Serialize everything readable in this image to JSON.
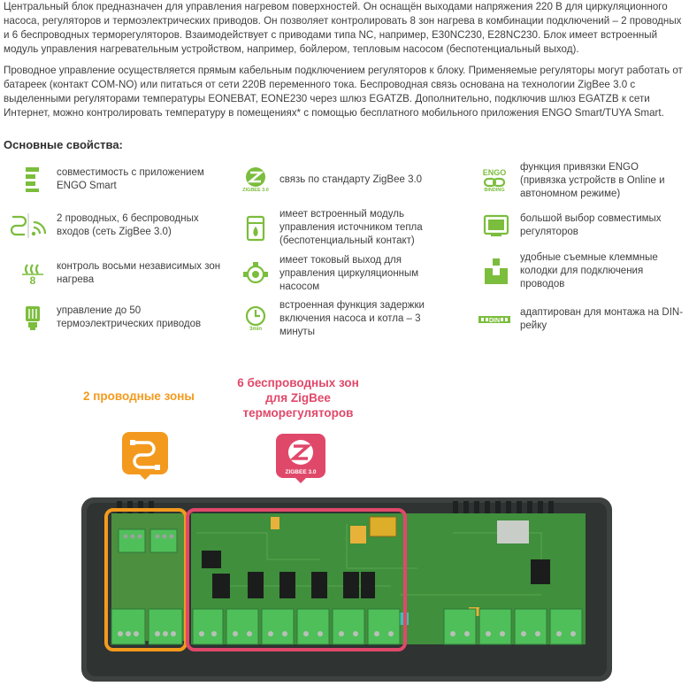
{
  "paragraphs": {
    "p1": "Центральный блок предназначен для управления нагревом поверхностей. Он оснащён выходами напряжения 220 В для циркуляционного насоса, регуляторов и термоэлектрических приводов. Он позволяет контролировать 8 зон нагрева в комбинации подключений – 2 проводных и 6 беспроводных терморегуляторов. Взаимодействует с приводами типа NC, например, E30NC230, E28NC230. Блок имеет встроенный модуль управления нагревательным устройством, например, бойлером, тепловым насосом (беспотенциальный выход).",
    "p2": "Проводное управление осуществляется прямым кабельным подключением регуляторов к блоку. Применяемые регуляторы могут работать от батареек (контакт COM-NO) или питаться от сети 220В переменного тока. Беспроводная связь основана на технологии ZigBee 3.0 с выделенными регуляторами температуры EONEBAT, EONE230 через шлюз EGATZB. Дополнительно, подключив шлюз EGATZB к сети Интернет, можно контролировать температуру в помещениях* с помощью бесплатного мобильного приложения ENGO Smart/TUYA Smart."
  },
  "features_heading": "Основные свойства:",
  "features": {
    "col1": [
      {
        "icon": "app-icon",
        "text": "совместимость с приложением ENGO Smart"
      },
      {
        "icon": "wired-wireless-icon",
        "text": "2 проводных, 6 беспроводных входов (сеть ZigBee 3.0)"
      },
      {
        "icon": "eight-zones-icon",
        "text": "контроль восьми независимых зон нагрева",
        "icon_text": "8"
      },
      {
        "icon": "actuator-icon",
        "text": "управление до 50 термоэлектрических приводов"
      }
    ],
    "col2": [
      {
        "icon": "zigbee-icon",
        "text": "связь по стандарту ZigBee 3.0",
        "icon_text": "ZIGBEE 3.0"
      },
      {
        "icon": "boiler-icon",
        "text": "имеет встроенный модуль управления источником тепла (беспотенциальный контакт)"
      },
      {
        "icon": "pump-icon",
        "text": "имеет токовый выход для управления циркуляционным насосом"
      },
      {
        "icon": "timer-icon",
        "text": "встроенная функция задержки включения насоса и котла – 3 минуты",
        "icon_text": "3min"
      }
    ],
    "col3": [
      {
        "icon": "engo-binding-icon",
        "text": "функция привязки ENGO (привязка устройств в Online и автономном режиме)",
        "icon_text_top": "ENGO",
        "icon_text_bottom": "BINDING"
      },
      {
        "icon": "display-icon",
        "text": "большой выбор совместимых регуляторов"
      },
      {
        "icon": "terminal-icon",
        "text": "удобные съемные клеммные колодки для подключения проводов"
      },
      {
        "icon": "din-rail-icon",
        "text": "адаптирован для монтажа на DIN-рейку",
        "icon_text": "DIN"
      }
    ]
  },
  "zones": {
    "wired_label": "2 проводные зоны",
    "wireless_label": "6 беспроводных зон для ZigBee терморегуляторов",
    "zigbee_badge_text": "ZIGBEE 3.0"
  },
  "colors": {
    "icon_green": "#7bbd3c",
    "wired_orange": "#f39a1e",
    "wireless_red": "#e0486a",
    "pcb_green": "#3f8f3c",
    "housing": "#3d4140"
  }
}
